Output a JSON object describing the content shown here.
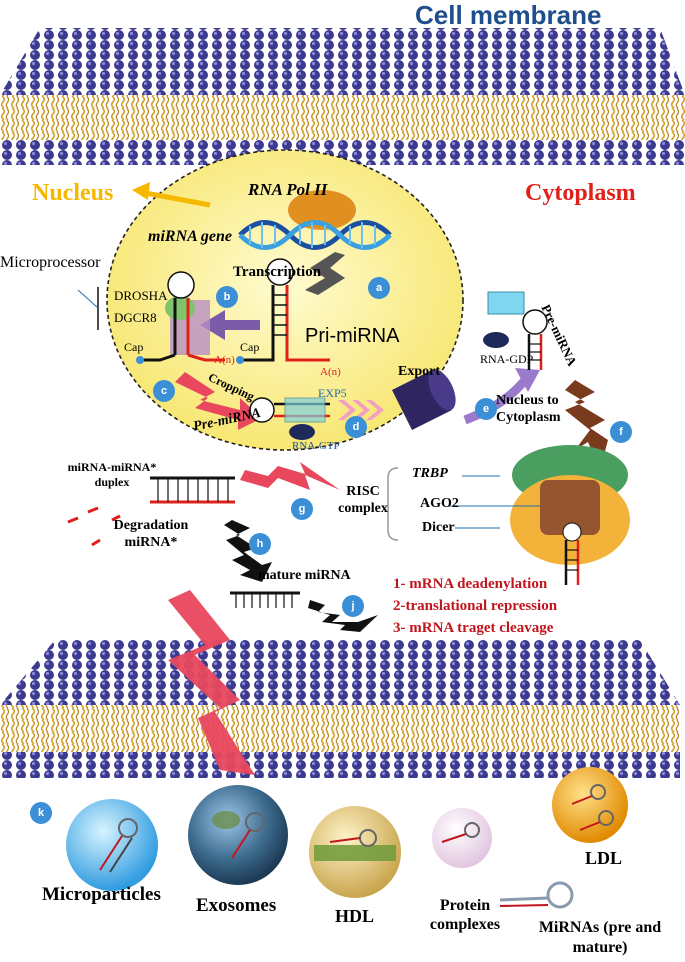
{
  "title": "Cell membrane",
  "regions": {
    "nucleus": "Nucleus",
    "cytoplasm": "Cytoplasm"
  },
  "labels": {
    "rna_pol": "RNA Pol II",
    "mirna_gene": "miRNA gene",
    "transcription": "Transcription",
    "microprocessor": "Microprocessor",
    "drosha": "DROSHA",
    "dgcr8": "DGCR8",
    "pri_mirna": "Pri-miRNA",
    "cap_left": "Cap",
    "cap_right": "Cap",
    "an_left": "A(n)",
    "an_right": "A(n)",
    "cropping": "Cropping",
    "pre_mirna_nucleus": "Pre-miRNA",
    "exp5": "EXP5",
    "rna_gtp": "RNA-GTP",
    "export": "Export",
    "rna_gdp": "RNA-GDP",
    "pre_mirna_cyto": "Pre-miRNA",
    "nucleus_to_cytoplasm": "Nucleus to Cytoplasm",
    "trbp": "TRBP",
    "ago2": "AGO2",
    "dicer": "Dicer",
    "risc": "RISC complex",
    "duplex": "miRNA-miRNA* duplex",
    "degradation": "Degradation miRNA*",
    "mature": "mature miRNA"
  },
  "steps": [
    "a",
    "b",
    "c",
    "d",
    "e",
    "f",
    "g",
    "h",
    "j",
    "k"
  ],
  "functions": [
    "1- mRNA deadenylation",
    "2-translational repression",
    "3- mRNA traget cleavage"
  ],
  "carriers": {
    "microparticles": "Microparticles",
    "exosomes": "Exosomes",
    "hdl": "HDL",
    "protein": "Protein complexes",
    "ldl": "LDL",
    "mirnas": "MiRNAs (pre and mature)"
  },
  "colors": {
    "title": "#1f4e8c",
    "nucleus": "#f5b800",
    "cytoplasm": "#e0201b",
    "step": "#3b8fd6",
    "function": "#c0161d",
    "membrane_head": "#3b3b8f",
    "membrane_tail": "#d8a52a"
  }
}
